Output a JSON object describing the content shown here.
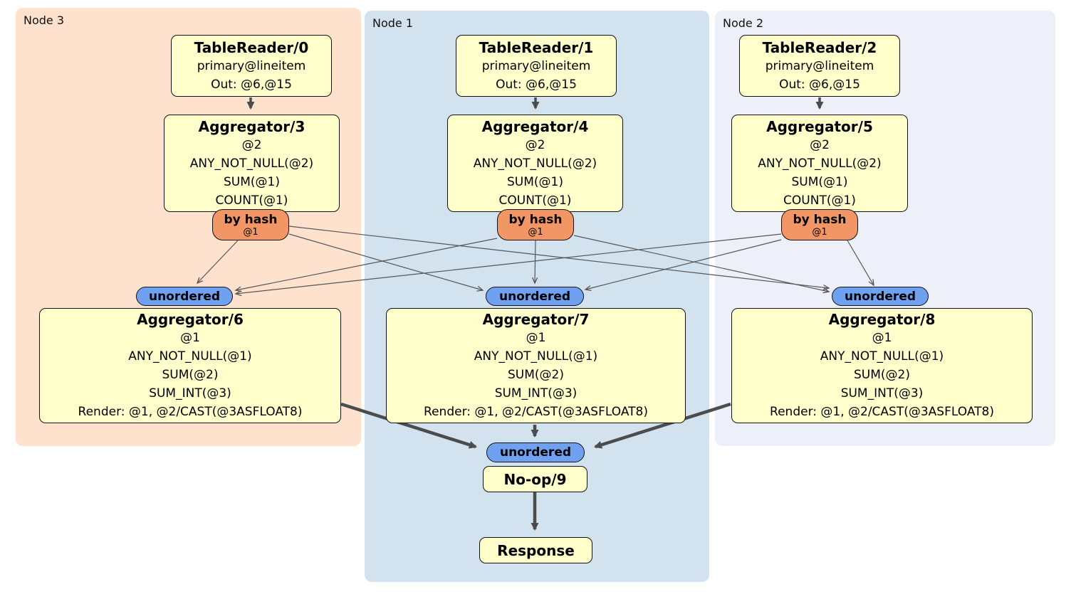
{
  "regions": {
    "node3": {
      "label": "Node 3"
    },
    "node1": {
      "label": "Node 1"
    },
    "node2": {
      "label": "Node 2"
    }
  },
  "nodes": {
    "tablereader0": {
      "title": "TableReader/0",
      "lines": [
        "primary@lineitem",
        "Out: @6,@15"
      ]
    },
    "tablereader1": {
      "title": "TableReader/1",
      "lines": [
        "primary@lineitem",
        "Out: @6,@15"
      ]
    },
    "tablereader2": {
      "title": "TableReader/2",
      "lines": [
        "primary@lineitem",
        "Out: @6,@15"
      ]
    },
    "aggregator3": {
      "title": "Aggregator/3",
      "lines": [
        "@2",
        "ANY_NOT_NULL(@2)",
        "SUM(@1)",
        "COUNT(@1)"
      ]
    },
    "aggregator4": {
      "title": "Aggregator/4",
      "lines": [
        "@2",
        "ANY_NOT_NULL(@2)",
        "SUM(@1)",
        "COUNT(@1)"
      ]
    },
    "aggregator5": {
      "title": "Aggregator/5",
      "lines": [
        "@2",
        "ANY_NOT_NULL(@2)",
        "SUM(@1)",
        "COUNT(@1)"
      ]
    },
    "byhash0": {
      "title": "by hash",
      "detail": "@1"
    },
    "byhash1": {
      "title": "by hash",
      "detail": "@1"
    },
    "byhash2": {
      "title": "by hash",
      "detail": "@1"
    },
    "unordered_node3": {
      "label": "unordered"
    },
    "unordered_node1": {
      "label": "unordered"
    },
    "unordered_node2": {
      "label": "unordered"
    },
    "aggregator6": {
      "title": "Aggregator/6",
      "lines": [
        "@1",
        "ANY_NOT_NULL(@1)",
        "SUM(@2)",
        "SUM_INT(@3)",
        "Render: @1, @2/CAST(@3ASFLOAT8)"
      ]
    },
    "aggregator7": {
      "title": "Aggregator/7",
      "lines": [
        "@1",
        "ANY_NOT_NULL(@1)",
        "SUM(@2)",
        "SUM_INT(@3)",
        "Render: @1, @2/CAST(@3ASFLOAT8)"
      ]
    },
    "aggregator8": {
      "title": "Aggregator/8",
      "lines": [
        "@1",
        "ANY_NOT_NULL(@1)",
        "SUM(@2)",
        "SUM_INT(@3)",
        "Render: @1, @2/CAST(@3ASFLOAT8)"
      ]
    },
    "unordered_final": {
      "label": "unordered"
    },
    "noop9": {
      "title": "No-op/9"
    },
    "response": {
      "title": "Response"
    }
  },
  "edges": [
    {
      "from": "tablereader0",
      "to": "aggregator3"
    },
    {
      "from": "tablereader1",
      "to": "aggregator4"
    },
    {
      "from": "tablereader2",
      "to": "aggregator5"
    },
    {
      "from": "byhash0",
      "to": "unordered_node3"
    },
    {
      "from": "byhash0",
      "to": "unordered_node1"
    },
    {
      "from": "byhash0",
      "to": "unordered_node2"
    },
    {
      "from": "byhash1",
      "to": "unordered_node3"
    },
    {
      "from": "byhash1",
      "to": "unordered_node1"
    },
    {
      "from": "byhash1",
      "to": "unordered_node2"
    },
    {
      "from": "byhash2",
      "to": "unordered_node3"
    },
    {
      "from": "byhash2",
      "to": "unordered_node1"
    },
    {
      "from": "byhash2",
      "to": "unordered_node2"
    },
    {
      "from": "aggregator6",
      "to": "unordered_final"
    },
    {
      "from": "aggregator7",
      "to": "unordered_final"
    },
    {
      "from": "aggregator8",
      "to": "unordered_final"
    },
    {
      "from": "noop9",
      "to": "response"
    }
  ],
  "colors": {
    "node3_bg": "#fee2ce",
    "node1_bg": "#d2e2ef",
    "node2_bg": "#edf0f8",
    "operator_bg": "#ffffcc",
    "router_bg": "#f29666",
    "sync_bg": "#70a1f1",
    "edge_thin": "#565656",
    "edge_thick": "#4c4c4c"
  }
}
